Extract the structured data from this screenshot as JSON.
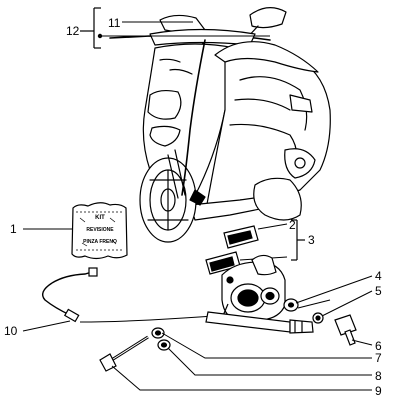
{
  "callouts": {
    "n1": "1",
    "n2": "2",
    "n3": "3",
    "n4": "4",
    "n5": "5",
    "n6": "6",
    "n7": "7",
    "n8": "8",
    "n9": "9",
    "n10": "10",
    "n11": "11",
    "n12": "12"
  },
  "kit_bag": {
    "line1": "KIT",
    "line2": "REVISIONE",
    "line3": "PINZA FRENO"
  },
  "colors": {
    "ink": "#000000",
    "paper": "#ffffff"
  }
}
